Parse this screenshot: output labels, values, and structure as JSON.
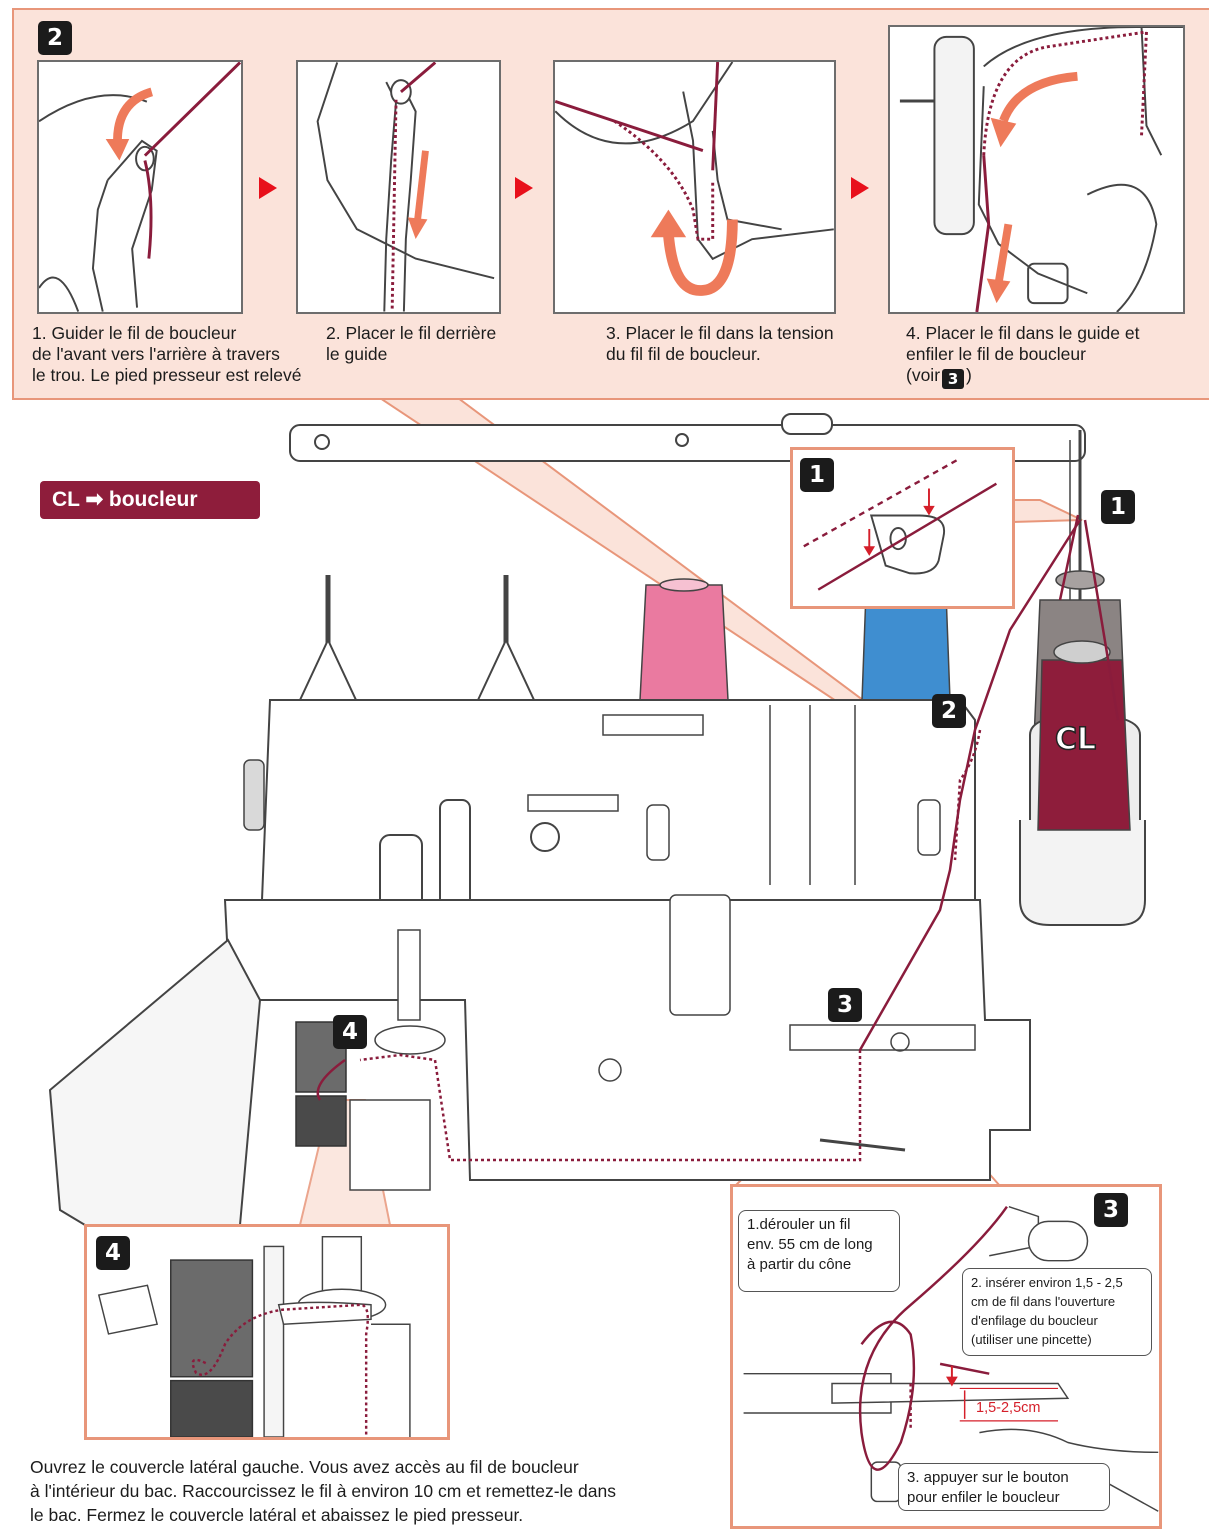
{
  "step2": {
    "badge": "2",
    "steps": [
      {
        "caption": "1. Guider le fil de boucleur\nde l'avant vers l'arrière à travers\nle trou. Le pied presseur est relevé"
      },
      {
        "caption": "2. Placer le fil derrière\nle guide"
      },
      {
        "caption": "3. Placer le fil dans la tension\ndu fil fil de boucleur."
      },
      {
        "caption_line1": "4. Placer le fil dans le guide et",
        "caption_line2": "enfiler le fil de boucleur",
        "caption_prefix": "(voir",
        "caption_badge": "3",
        "caption_suffix": ")"
      }
    ]
  },
  "title_tag": {
    "label": "CL ➡ boucleur"
  },
  "machine": {
    "badges": [
      "1",
      "1",
      "2",
      "3",
      "4"
    ],
    "spool_label": "CL",
    "colors": {
      "pink": "#ea7aa0",
      "blue": "#3f8ed0",
      "maroon": "#8e1d3b",
      "thread": "#8a1c3c"
    }
  },
  "detail3": {
    "badge": "3",
    "callout1": "1.dérouler un fil\nenv. 55 cm de long\nà partir du cône",
    "callout2": "2. insérer environ 1,5 - 2,5\ncm de fil dans l'ouverture\nd'enfilage du boucleur\n(utiliser une pincette)",
    "callout3": "3. appuyer sur le bouton\npour enfiler le boucleur",
    "measure": "1,5-2,5cm"
  },
  "detail4": {
    "badge": "4"
  },
  "instruction": "Ouvrez le couvercle latéral gauche. Vous avez accès au fil de boucleur\nà l'intérieur du bac. Raccourcissez le fil à environ 10 cm et remettez-le dans\nle bac.   Fermez le couvercle latéral et abaissez le pied presseur."
}
